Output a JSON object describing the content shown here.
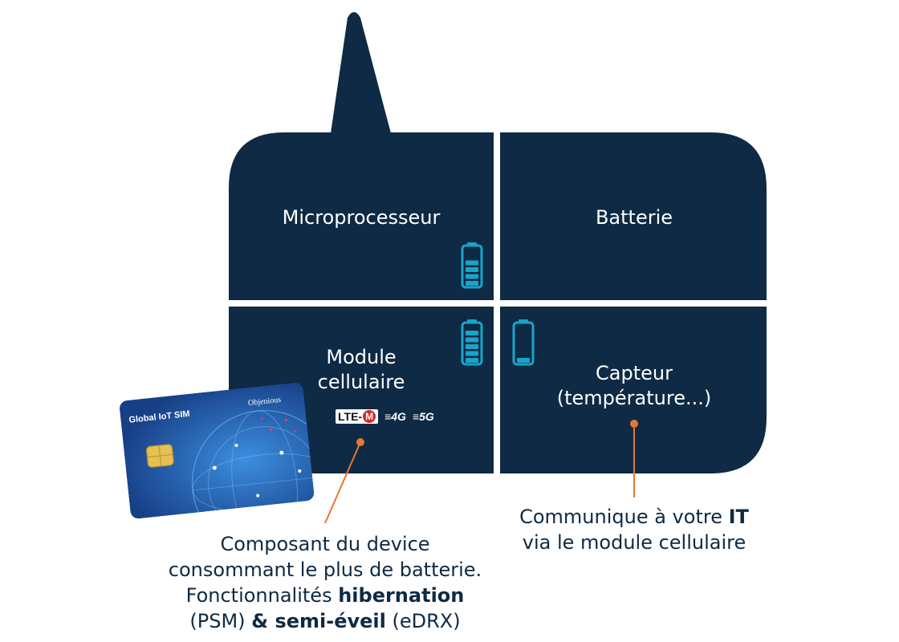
{
  "colors": {
    "navy": "#0e2a44",
    "accent": "#e8772e",
    "battery": "#1aa3c9",
    "sim_blue": "#1b4fa0"
  },
  "blocks": {
    "microprocessor": "Microprocesseur",
    "battery": "Batterie",
    "cellular_line1": "Module",
    "cellular_line2": "cellulaire",
    "sensor_line1": "Capteur",
    "sensor_line2": "(température...)"
  },
  "battery_levels": {
    "microprocessor": 0.75,
    "cellular": 1.0,
    "sensor": 0.2
  },
  "tech_logos": {
    "lte": "LTE-",
    "lte_m": "M",
    "g4": "≡4G",
    "g5": "≡5G"
  },
  "sim_card": {
    "title": "Global IoT SIM",
    "brand": "Objenious"
  },
  "captions": {
    "left": {
      "line1": "Composant du device",
      "line2": "consommant le plus de batterie.",
      "line3_prefix": "Fonctionnalités ",
      "line3_bold": "hibernation",
      "line4_a": "(PSM) ",
      "line4_bold": "& semi-éveil",
      "line4_b": " (eDRX)"
    },
    "right": {
      "line1_prefix": "Communique à votre ",
      "line1_bold": "IT",
      "line2": "via le module cellulaire"
    }
  }
}
